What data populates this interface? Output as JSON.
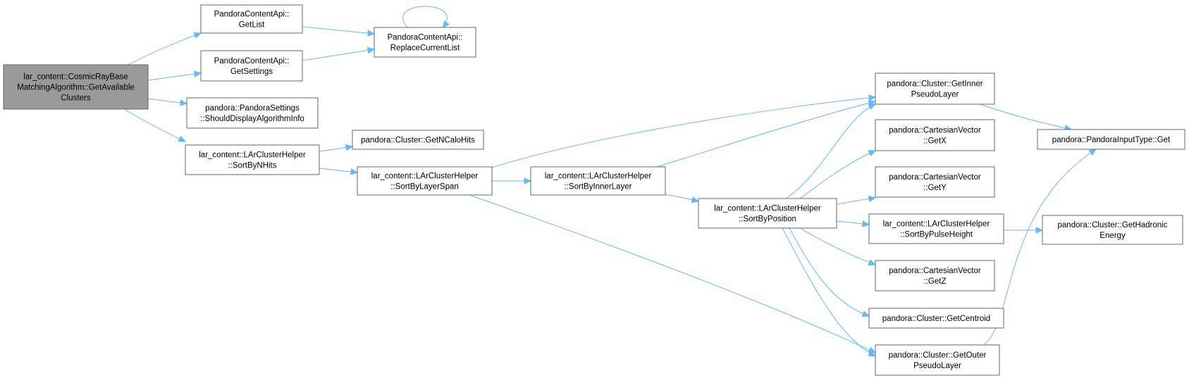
{
  "nodes": [
    {
      "id": "root",
      "lines": [
        "lar_content::CosmicRayBase",
        "MatchingAlgorithm::GetAvailable",
        "Clusters"
      ],
      "root": true
    },
    {
      "id": "getlist",
      "lines": [
        "PandoraContentApi::",
        "GetList"
      ]
    },
    {
      "id": "getsettings",
      "lines": [
        "PandoraContentApi::",
        "GetSettings"
      ]
    },
    {
      "id": "replace",
      "lines": [
        "PandoraContentApi::",
        "ReplaceCurrentList"
      ]
    },
    {
      "id": "shoulddisplay",
      "lines": [
        "pandora::PandoraSettings",
        "::ShouldDisplayAlgorithmInfo"
      ]
    },
    {
      "id": "sortbynhits",
      "lines": [
        "lar_content::LArClusterHelper",
        "::SortByNHits"
      ]
    },
    {
      "id": "getncalohits",
      "lines": [
        "pandora::Cluster::GetNCaloHits"
      ]
    },
    {
      "id": "sortbylayerspan",
      "lines": [
        "lar_content::LArClusterHelper",
        "::SortByLayerSpan"
      ]
    },
    {
      "id": "sortbyinnerlayer",
      "lines": [
        "lar_content::LArClusterHelper",
        "::SortByInnerLayer"
      ]
    },
    {
      "id": "sortbyposition",
      "lines": [
        "lar_content::LArClusterHelper",
        "::SortByPosition"
      ]
    },
    {
      "id": "getinner",
      "lines": [
        "pandora::Cluster::GetInner",
        "PseudoLayer"
      ]
    },
    {
      "id": "getx",
      "lines": [
        "pandora::CartesianVector",
        "::GetX"
      ]
    },
    {
      "id": "gety",
      "lines": [
        "pandora::CartesianVector",
        "::GetY"
      ]
    },
    {
      "id": "sortbypulse",
      "lines": [
        "lar_content::LArClusterHelper",
        "::SortByPulseHeight"
      ]
    },
    {
      "id": "getz",
      "lines": [
        "pandora::CartesianVector",
        "::GetZ"
      ]
    },
    {
      "id": "getcentroid",
      "lines": [
        "pandora::Cluster::GetCentroid"
      ]
    },
    {
      "id": "getouter",
      "lines": [
        "pandora::Cluster::GetOuter",
        "PseudoLayer"
      ]
    },
    {
      "id": "inputtype",
      "lines": [
        "pandora::PandoraInputType::Get"
      ]
    },
    {
      "id": "hadronic",
      "lines": [
        "pandora::Cluster::GetHadronic",
        "Energy"
      ]
    }
  ],
  "edges": [
    {
      "from": "root",
      "to": "getlist"
    },
    {
      "from": "root",
      "to": "getsettings"
    },
    {
      "from": "root",
      "to": "shoulddisplay"
    },
    {
      "from": "root",
      "to": "sortbynhits"
    },
    {
      "from": "getlist",
      "to": "replace"
    },
    {
      "from": "getsettings",
      "to": "replace"
    },
    {
      "from": "replace",
      "to": "replace"
    },
    {
      "from": "sortbynhits",
      "to": "getncalohits"
    },
    {
      "from": "sortbynhits",
      "to": "sortbylayerspan"
    },
    {
      "from": "sortbylayerspan",
      "to": "sortbyinnerlayer"
    },
    {
      "from": "sortbylayerspan",
      "to": "getinner"
    },
    {
      "from": "sortbylayerspan",
      "to": "getouter"
    },
    {
      "from": "sortbyinnerlayer",
      "to": "getinner"
    },
    {
      "from": "sortbyinnerlayer",
      "to": "sortbyposition"
    },
    {
      "from": "sortbyposition",
      "to": "getinner"
    },
    {
      "from": "sortbyposition",
      "to": "getx"
    },
    {
      "from": "sortbyposition",
      "to": "gety"
    },
    {
      "from": "sortbyposition",
      "to": "sortbypulse"
    },
    {
      "from": "sortbyposition",
      "to": "getz"
    },
    {
      "from": "sortbyposition",
      "to": "getcentroid"
    },
    {
      "from": "sortbyposition",
      "to": "getouter"
    },
    {
      "from": "getinner",
      "to": "inputtype"
    },
    {
      "from": "getouter",
      "to": "inputtype"
    },
    {
      "from": "sortbypulse",
      "to": "hadronic"
    }
  ]
}
